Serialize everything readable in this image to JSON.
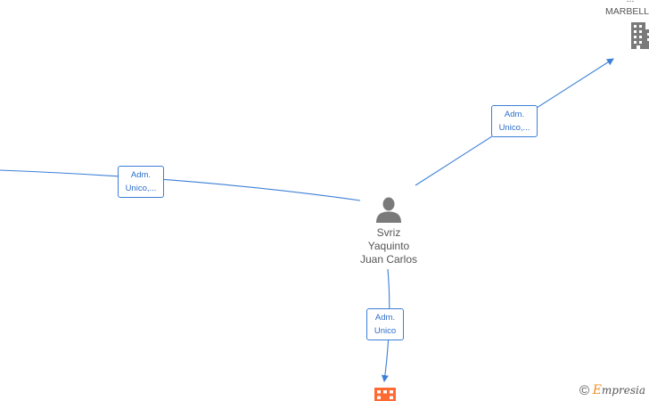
{
  "person": {
    "name_lines": [
      "Svriz",
      "Yaquinto",
      "Juan Carlos"
    ],
    "icon": "person-icon"
  },
  "company_top": {
    "name_lines": [
      "...",
      "MARBELLA"
    ],
    "icon": "building-icon"
  },
  "company_bottom": {
    "icon": "building-icon",
    "color": "#ff6a33"
  },
  "edges": {
    "left": {
      "label_lines": [
        "Adm.",
        "Unico,..."
      ]
    },
    "right": {
      "label_lines": [
        "Adm.",
        "Unico,..."
      ]
    },
    "bottom": {
      "label_lines": [
        "Adm.",
        "Unico"
      ]
    }
  },
  "watermark": {
    "copyright_symbol": "©",
    "brand_initial": "E",
    "brand_rest": "mpresia"
  },
  "colors": {
    "edge": "#3b7fd6",
    "node_gray": "#7a7a7a",
    "highlight": "#ff6a33"
  }
}
